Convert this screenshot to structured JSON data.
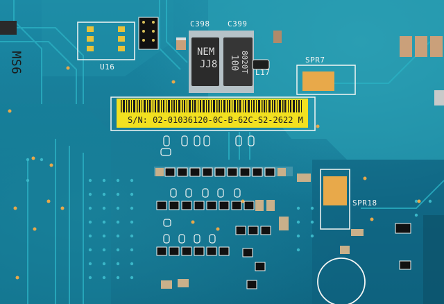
{
  "board": {
    "designators": {
      "u16": "U16",
      "c398": "C398",
      "c399": "C399",
      "l17": "L17",
      "spr7": "SPR7",
      "spr18": "SPR18"
    },
    "chips": {
      "c398_marking_line1": "NEM",
      "c398_marking_line2": "JJ8",
      "c399_marking_line1": "100",
      "c399_marking_line2": "8020T"
    },
    "label": {
      "serial": "S/N: 02-01036120-0C-B-62C-S2-2622 M"
    },
    "corner_marking": "MS6"
  },
  "colors": {
    "board": "#137593",
    "sticker": "#f2e020",
    "pad": "#e8a94a",
    "silkscreen": "#f4f6f4"
  }
}
